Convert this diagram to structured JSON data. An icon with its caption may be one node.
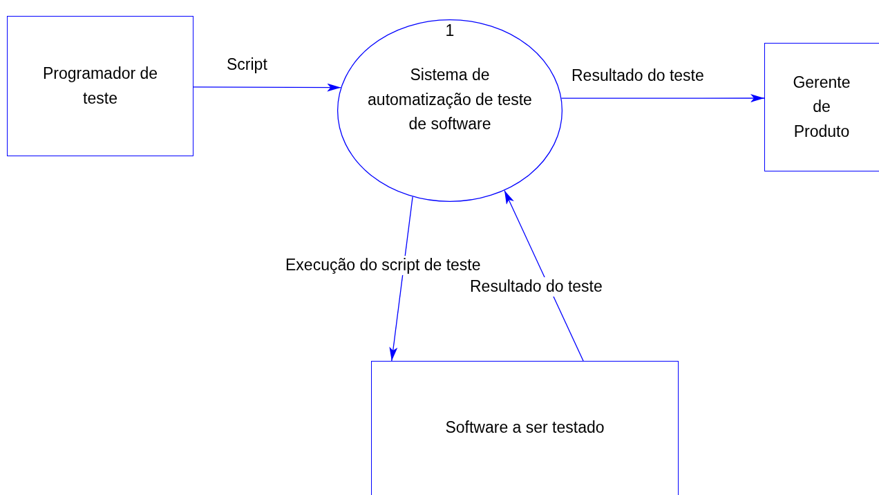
{
  "diagram": {
    "nodes": [
      {
        "text": [
          "Programador de teste"
        ]
      },
      {
        "text": [
          "1",
          "Sistema de automatização de teste de software"
        ]
      },
      {
        "text": [
          "Gerente de Produto"
        ]
      },
      {
        "text": [
          "Software a ser testado"
        ]
      }
    ],
    "edges": [
      {
        "from": 0,
        "to": 1,
        "arrow": "to",
        "label": "Script"
      },
      {
        "from": 1,
        "to": 2,
        "arrow": "to",
        "label": "Resultado do teste"
      },
      {
        "from": 1,
        "to": 3,
        "arrow": "to",
        "label": "Execução do script de teste"
      },
      {
        "from": 3,
        "to": 1,
        "arrow": "to",
        "label": "Resultado do teste"
      }
    ]
  }
}
